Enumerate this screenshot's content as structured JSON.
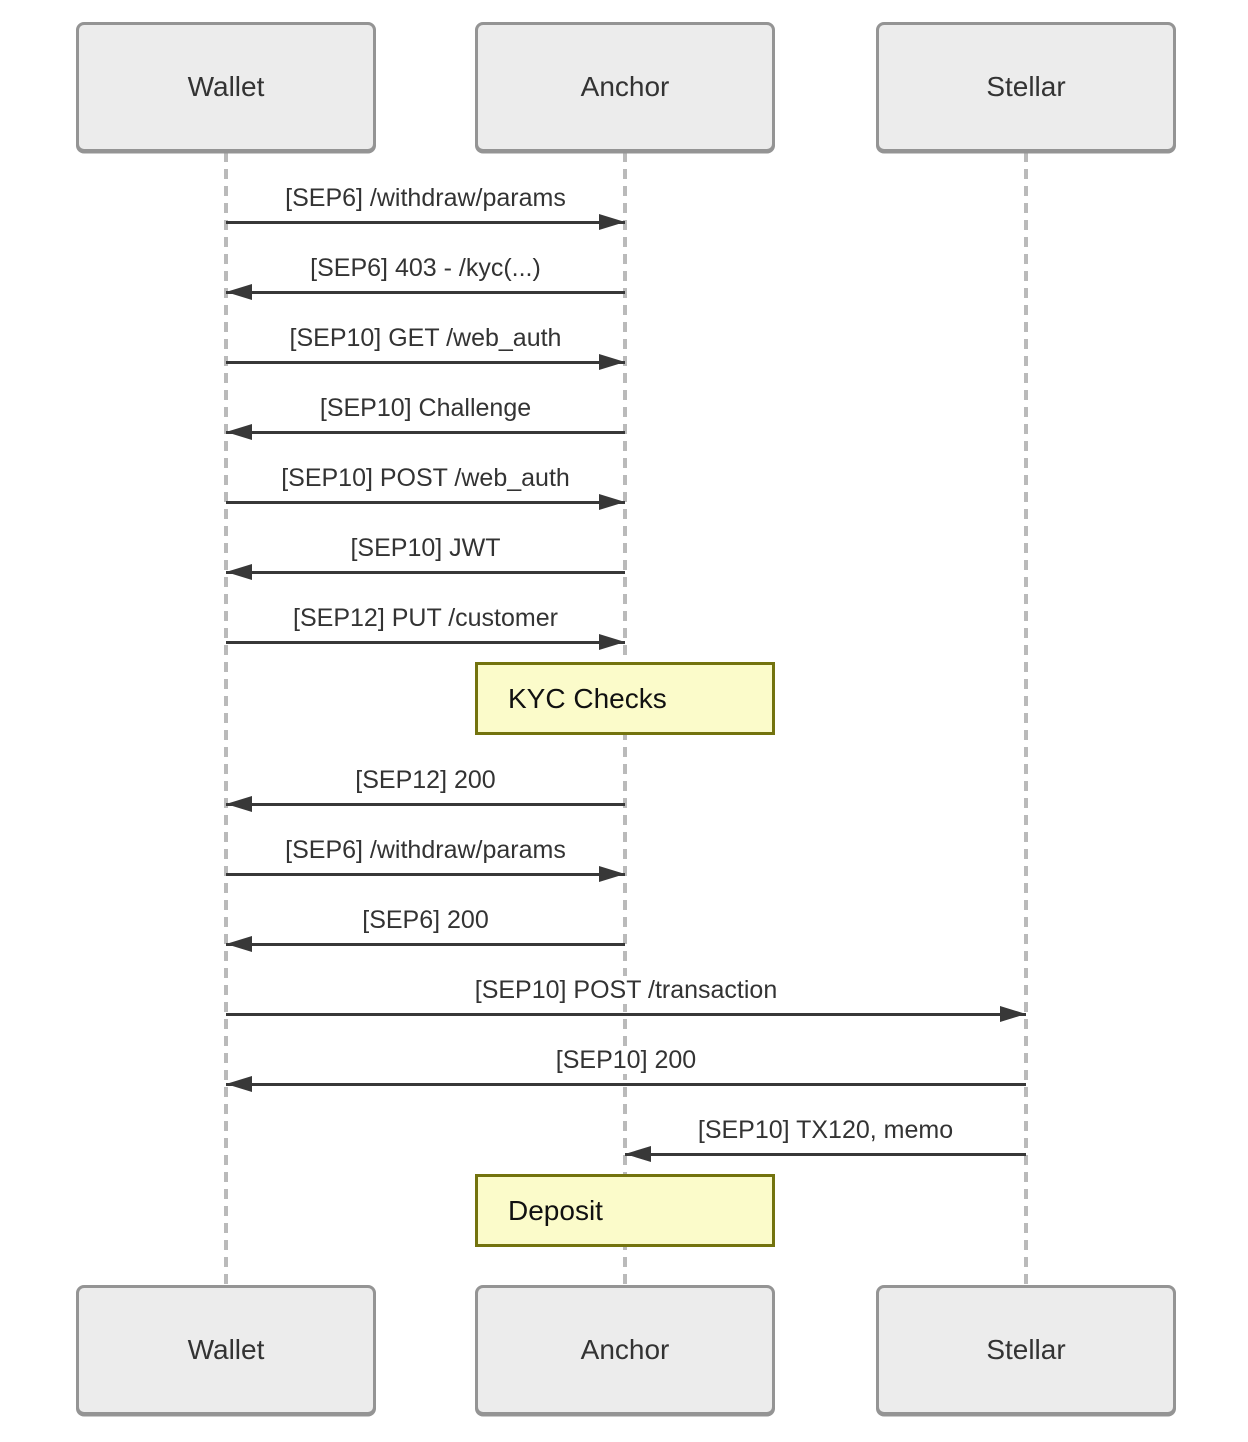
{
  "diagram": {
    "type": "sequence-diagram",
    "actors": [
      {
        "id": "wallet",
        "label": "Wallet"
      },
      {
        "id": "anchor",
        "label": "Anchor"
      },
      {
        "id": "stellar",
        "label": "Stellar"
      }
    ],
    "sequence": [
      {
        "type": "message",
        "from": "wallet",
        "to": "anchor",
        "label": "[SEP6] /withdraw/params"
      },
      {
        "type": "message",
        "from": "anchor",
        "to": "wallet",
        "label": "[SEP6] 403 - /kyc(...)"
      },
      {
        "type": "message",
        "from": "wallet",
        "to": "anchor",
        "label": "[SEP10] GET /web_auth"
      },
      {
        "type": "message",
        "from": "anchor",
        "to": "wallet",
        "label": "[SEP10] Challenge"
      },
      {
        "type": "message",
        "from": "wallet",
        "to": "anchor",
        "label": "[SEP10] POST /web_auth"
      },
      {
        "type": "message",
        "from": "anchor",
        "to": "wallet",
        "label": "[SEP10] JWT"
      },
      {
        "type": "message",
        "from": "wallet",
        "to": "anchor",
        "label": "[SEP12] PUT /customer"
      },
      {
        "type": "note",
        "over": "anchor",
        "label": "KYC Checks"
      },
      {
        "type": "message",
        "from": "anchor",
        "to": "wallet",
        "label": "[SEP12] 200"
      },
      {
        "type": "message",
        "from": "wallet",
        "to": "anchor",
        "label": "[SEP6] /withdraw/params"
      },
      {
        "type": "message",
        "from": "anchor",
        "to": "wallet",
        "label": "[SEP6] 200"
      },
      {
        "type": "message",
        "from": "wallet",
        "to": "stellar",
        "label": "[SEP10] POST /transaction"
      },
      {
        "type": "message",
        "from": "stellar",
        "to": "wallet",
        "label": "[SEP10] 200"
      },
      {
        "type": "message",
        "from": "stellar",
        "to": "anchor",
        "label": "[SEP10] TX120, memo"
      },
      {
        "type": "note",
        "over": "anchor",
        "label": "Deposit"
      }
    ],
    "colors": {
      "background": "#ffffff",
      "actor_fill": "#ececec",
      "actor_border": "#949494",
      "lifeline": "#bababa",
      "arrow": "#383838",
      "text": "#333333",
      "note_fill": "#fbfbca",
      "note_border": "#73730e"
    }
  }
}
